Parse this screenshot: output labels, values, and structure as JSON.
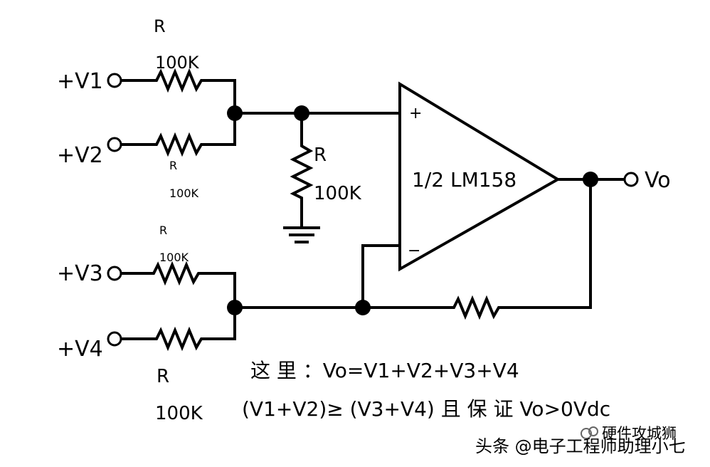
{
  "inputs": {
    "v1": "+V1",
    "v2": "+V2",
    "v3": "+V3",
    "v4": "+V4"
  },
  "output": "Vo",
  "resistors": {
    "r1": {
      "name": "R",
      "value": "100K"
    },
    "r2": {
      "name": "R",
      "value": "100K"
    },
    "r_ground": {
      "name": "R",
      "value": "100K"
    },
    "r3": {
      "name": "R",
      "value": "100K"
    },
    "r4": {
      "name": "R",
      "value": "100K"
    }
  },
  "opamp": {
    "label": "1/2 LM158",
    "plus": "+",
    "minus": "−"
  },
  "notes": {
    "line1": "这 里 ：Vo=V1+V2+V3+V4",
    "line2": "(V1+V2)≥ (V3+V4) 且 保 证 Vo>0Vdc"
  },
  "watermarks": {
    "top": "硬件攻城狮",
    "bottom": "头条 @电子工程师助理小七"
  }
}
